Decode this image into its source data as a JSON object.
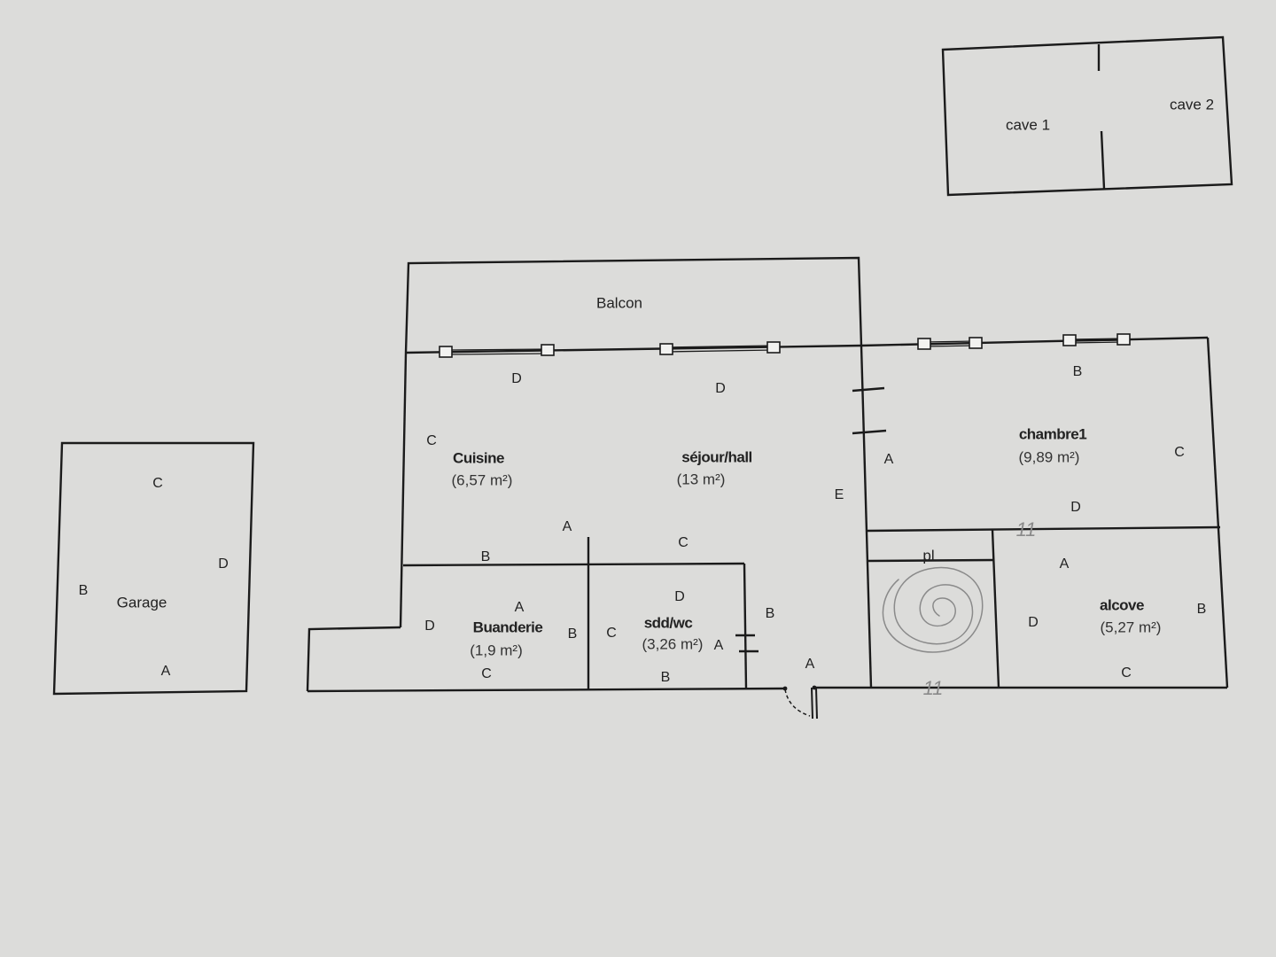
{
  "cellar": {
    "cave1": "cave 1",
    "cave2": "cave 2"
  },
  "garage": {
    "name": "Garage",
    "walls": {
      "c": "C",
      "d": "D",
      "b": "B",
      "a": "A"
    }
  },
  "balcony": {
    "name": "Balcon"
  },
  "kitchen": {
    "name": "Cuisine",
    "area": "(6,57 m²)",
    "walls": {
      "c": "C",
      "d": "D",
      "a": "A",
      "b": "B"
    }
  },
  "living": {
    "name": "séjour/hall",
    "area": "(13 m²)",
    "walls": {
      "d": "D",
      "e": "E",
      "c": "C",
      "a": "A"
    }
  },
  "laundry": {
    "name": "Buanderie",
    "area": "(1,9 m²)",
    "walls": {
      "a": "A",
      "d": "D",
      "b": "B",
      "c": "C"
    }
  },
  "bathroom": {
    "name": "sdd/wc",
    "area": "(3,26 m²)",
    "walls": {
      "d": "D",
      "c": "C",
      "a": "A",
      "b": "B",
      "b_outer": "B"
    }
  },
  "bedroom": {
    "name": "chambre1",
    "area": "(9,89 m²)",
    "walls": {
      "b": "B",
      "a": "A",
      "c": "C",
      "d": "D"
    }
  },
  "closet": {
    "name": "pl"
  },
  "alcove": {
    "name": "alcove",
    "area": "(5,27 m²)",
    "walls": {
      "a": "A",
      "d": "D",
      "b": "B",
      "c": "C"
    }
  },
  "pencil_marks": {
    "top": "11",
    "bottom": "11"
  }
}
